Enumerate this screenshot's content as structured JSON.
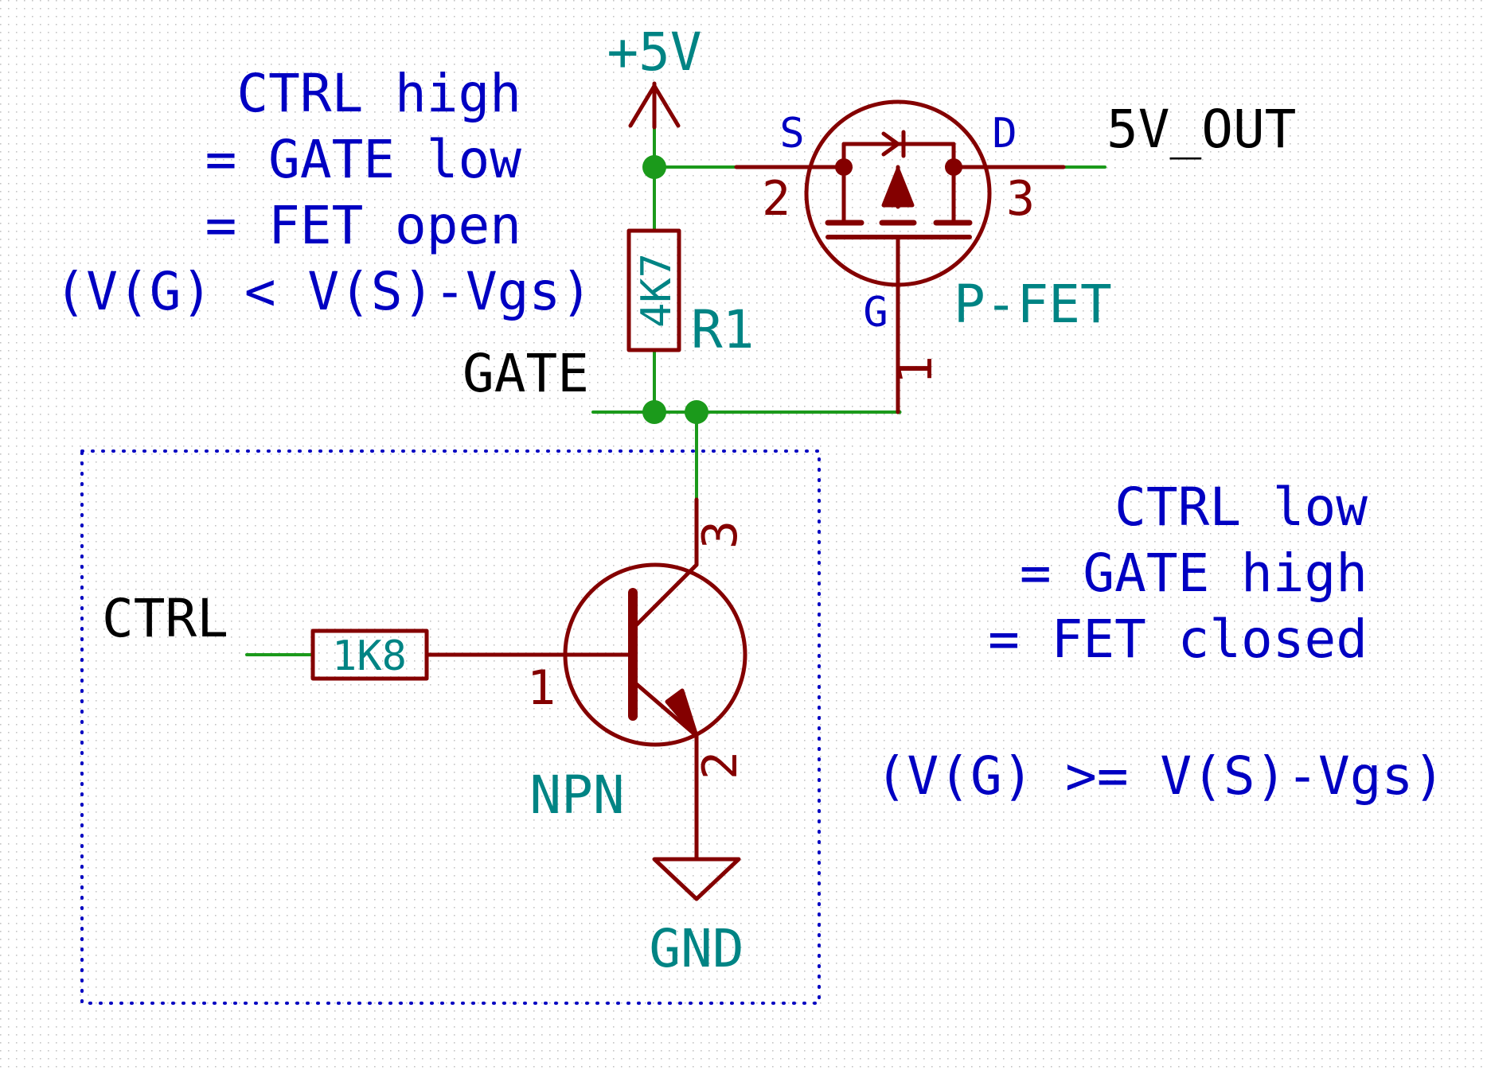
{
  "colors": {
    "wire": "#1b9a1b",
    "component": "#840000",
    "ref_text": "#008484",
    "net_label": "#000000",
    "note": "#0000c2",
    "junction": "#1b9a1b",
    "grid": "#b8b8b8",
    "group_border": "#0000c2"
  },
  "power": {
    "vcc_label": "+5V",
    "gnd_label": "GND"
  },
  "net_labels": {
    "gate": "GATE",
    "out": "5V_OUT",
    "ctrl": "CTRL"
  },
  "components": {
    "r1": {
      "ref": "R1",
      "value": "4K7"
    },
    "r2": {
      "value": "1K8"
    },
    "pfet": {
      "value": "P-FET",
      "pin_s": "S",
      "pin_d": "D",
      "pin_g": "G",
      "num_s": "2",
      "num_d": "3",
      "num_g": "1"
    },
    "npn": {
      "value": "NPN",
      "num_b": "1",
      "num_c": "3",
      "num_e": "2"
    }
  },
  "notes": {
    "top": [
      "CTRL high",
      "= GATE low",
      "= FET open",
      "(V(G) < V(S)-Vgs)"
    ],
    "right": [
      "CTRL low",
      "= GATE high",
      "= FET closed"
    ],
    "right_condition": "(V(G) >= V(S)-Vgs)"
  }
}
